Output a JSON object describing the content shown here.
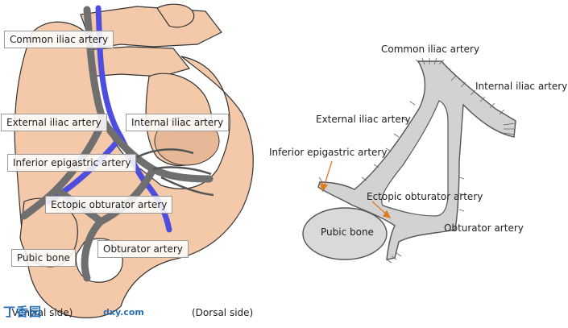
{
  "left_figure": {
    "labels": {
      "common_iliac": "Common iliac artery",
      "external_iliac": "External iliac artery",
      "internal_iliac": "Internal iliac artery",
      "inferior_epigastric": "Inferior epigastric artery",
      "ectopic_obturator": "Ectopic obturator artery",
      "obturator": "Obturator artery",
      "pubic_bone": "Pubic bone",
      "ventral_side": "(Ventral side)",
      "dorsal_side": "(Dorsal side)"
    }
  },
  "right_figure": {
    "labels": {
      "common_iliac": "Common iliac artery",
      "internal_iliac": "Internal iliac artery",
      "external_iliac": "External iliac artery",
      "inferior_epigastric": "Inferior epigastric artery",
      "ectopic_obturator": "Ectopic obturator artery",
      "pubic_bone": "Pubic bone",
      "obturator": "Obturator artery"
    }
  },
  "watermark": {
    "text": "丁香园",
    "domain": "dxy.com"
  },
  "colors": {
    "bone": "#f3c9a9",
    "artery": "#6f6f6f",
    "vein": "#5a5ae0",
    "pubic_bone_right": "#d9d9d9",
    "pointer": "#e07a1e"
  }
}
